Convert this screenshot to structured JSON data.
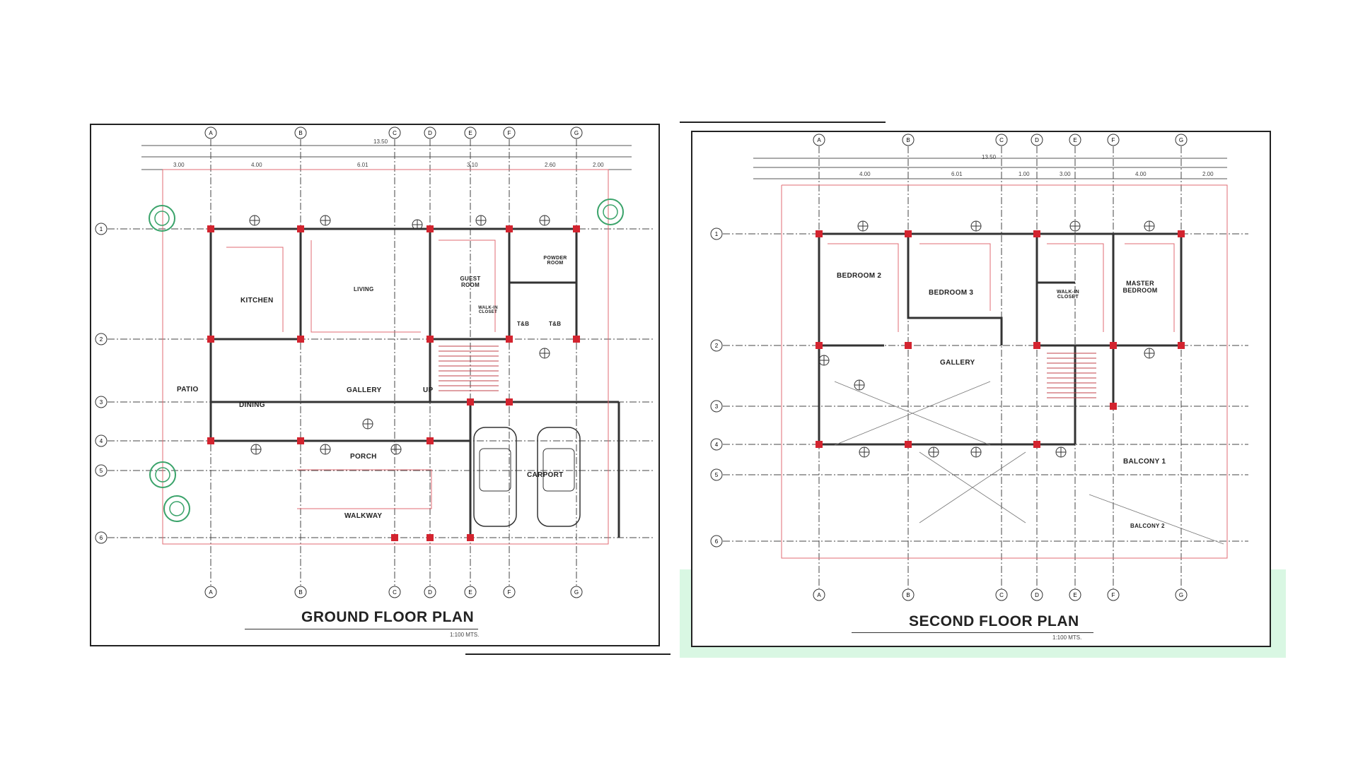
{
  "highlight_color": "#d9f7e3",
  "wall_color": "#333333",
  "column_color": "#d3242f",
  "landscape_color": "#3aa36a",
  "ground_floor": {
    "title": "GROUND FLOOR PLAN",
    "scale_note": "1:100 MTS.",
    "grid_columns": [
      "A",
      "B",
      "C",
      "D",
      "E",
      "F",
      "G"
    ],
    "grid_rows": [
      "1",
      "2",
      "3",
      "4",
      "5",
      "6"
    ],
    "rooms": {
      "kitchen": "KITCHEN",
      "living": "LIVING",
      "guest_room": "GUEST ROOM",
      "powder_room": "POWDER ROOM",
      "walkin": "WALK-IN CLOSET",
      "tb1": "T&B",
      "tb2": "T&B",
      "patio": "PATIO",
      "dining": "DINING",
      "gallery": "GALLERY",
      "up": "UP",
      "porch": "PORCH",
      "carport": "CARPORT",
      "walkway": "WALKWAY"
    },
    "dimensions_top": [
      "3.00",
      "4.00",
      "6.01",
      "3.10",
      "2.60",
      "2.00"
    ],
    "overall_dim": "13.50"
  },
  "second_floor": {
    "title": "SECOND FLOOR PLAN",
    "scale_note": "1:100 MTS.",
    "grid_columns": [
      "A",
      "B",
      "C",
      "D",
      "E",
      "F",
      "G"
    ],
    "grid_rows": [
      "1",
      "2",
      "3",
      "4",
      "5",
      "6"
    ],
    "rooms": {
      "bedroom2": "BEDROOM 2",
      "bedroom3": "BEDROOM 3",
      "walkin": "WALK-IN CLOSET",
      "master": "MASTER BEDROOM",
      "gallery": "GALLERY",
      "balcony1": "BALCONY 1",
      "balcony2": "BALCONY 2"
    },
    "dimensions_top": [
      "4.00",
      "6.01",
      "1.00",
      "3.00",
      "4.00",
      "2.00"
    ],
    "overall_dim": "13.50"
  }
}
